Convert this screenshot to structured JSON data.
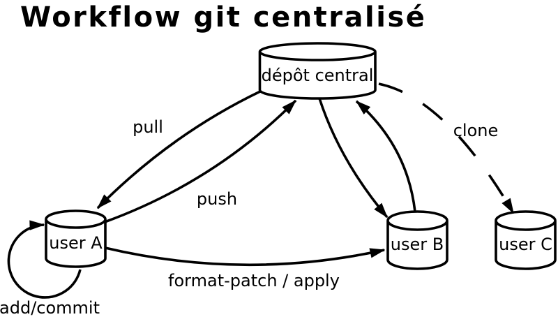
{
  "title": "Workflow git centralisé",
  "colors": {
    "ink": "#000000",
    "background": "#ffffff"
  },
  "nodes": {
    "central": {
      "label": "dépôt central",
      "shape": "cylinder"
    },
    "userA": {
      "label": "user A",
      "shape": "cylinder"
    },
    "userB": {
      "label": "user B",
      "shape": "cylinder"
    },
    "userC": {
      "label": "user C",
      "shape": "cylinder"
    }
  },
  "edges": {
    "pull": {
      "label": "pull",
      "from": "dépôt central",
      "to": "user A",
      "style": "solid"
    },
    "push": {
      "label": "push",
      "from": "user A",
      "to": "dépôt central",
      "style": "solid"
    },
    "centralToUserB": {
      "label": "",
      "from": "dépôt central",
      "to": "user B",
      "style": "solid"
    },
    "userBToCentral": {
      "label": "",
      "from": "user B",
      "to": "dépôt central",
      "style": "solid"
    },
    "clone": {
      "label": "clone",
      "from": "dépôt central",
      "to": "user C",
      "style": "dashed"
    },
    "formatPatch": {
      "label": "format-patch / apply",
      "from": "user A",
      "to": "user B",
      "style": "solid"
    },
    "addCommit": {
      "label": "add/commit",
      "from": "user A",
      "to": "user A",
      "style": "solid"
    }
  }
}
